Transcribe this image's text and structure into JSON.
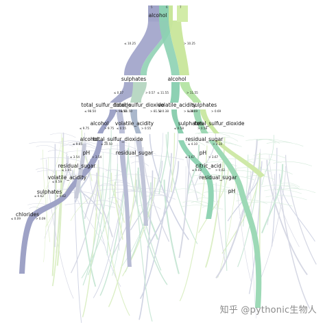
{
  "root": {
    "label": "alcohol",
    "class_labels": [
      "5",
      "6",
      "7"
    ],
    "left_edge": "≤ 10.25",
    "right_edge": "> 10.25"
  },
  "nodes": [
    {
      "key": "sulphates_l",
      "label": "sulphates",
      "left_edge": "≤ 0.57",
      "right_edge": "> 0.57"
    },
    {
      "key": "alcohol_r",
      "label": "alcohol",
      "left_edge": "≤ 11.55",
      "right_edge": "> 11.55"
    },
    {
      "key": "total_sulfur_ll",
      "label": "total_sulfur_dioxide",
      "left_edge": "≤ 98.50",
      "right_edge": "> 98.50"
    },
    {
      "key": "total_sulfur_lr",
      "label": "total_sulfur_dioxide",
      "left_edge": "≤ 81.50",
      "right_edge": "> 81.50"
    },
    {
      "key": "volatile_rl",
      "label": "volatile_acidity",
      "left_edge": "≤ 0.38",
      "right_edge": "> 0.38"
    },
    {
      "key": "sulphates_rr",
      "label": "sulphates",
      "left_edge": "≤ 0.69",
      "right_edge": "> 0.69"
    },
    {
      "key": "alcohol_3",
      "label": "alcohol",
      "left_edge": "≤ 9.75",
      "right_edge": "> 9.75"
    },
    {
      "key": "volatile_3",
      "label": "volatile_acidity",
      "left_edge": "≤ 0.55",
      "right_edge": "> 0.55"
    },
    {
      "key": "sulphates_3",
      "label": "sulphates",
      "left_edge": "≤ 0.58",
      "right_edge": "> 0.58"
    },
    {
      "key": "total_sulfur_3",
      "label": "total_sulfur_dioxide",
      "left_edge": "",
      "right_edge": ""
    },
    {
      "key": "alcohol_4",
      "label": "alcohol",
      "left_edge": "≤ 9.65",
      "right_edge": ""
    },
    {
      "key": "total_sulfur_4",
      "label": "total_sulfur_dioxide",
      "left_edge": "≤ 20.50",
      "right_edge": ""
    },
    {
      "key": "residual_sugar_4",
      "label": "residual_sugar",
      "left_edge": "≤ 4.10",
      "right_edge": "> 4.10"
    },
    {
      "key": "ph_5",
      "label": "pH",
      "left_edge": "≤ 3.54",
      "right_edge": "> 3.54"
    },
    {
      "key": "residual_sugar_5",
      "label": "residual_sugar",
      "left_edge": "",
      "right_edge": ""
    },
    {
      "key": "ph_5r",
      "label": "pH",
      "left_edge": "≤ 3.67",
      "right_edge": "> 3.67"
    },
    {
      "key": "residual_sugar_6",
      "label": "residual_sugar",
      "left_edge": "≤ 1.45",
      "right_edge": ""
    },
    {
      "key": "citric_acid_6",
      "label": "citric_acid",
      "left_edge": "≤ 0.02",
      "right_edge": "> 0.02"
    },
    {
      "key": "volatile_acidity_7",
      "label": "volatile_acidity",
      "left_edge": "≤ 0.59",
      "right_edge": ""
    },
    {
      "key": "residual_sugar_7",
      "label": "residual_sugar",
      "left_edge": "",
      "right_edge": ""
    },
    {
      "key": "sulphates_8",
      "label": "sulphates",
      "left_edge": "≤ 0.62",
      "right_edge": "> 0.62"
    },
    {
      "key": "chlorides_9",
      "label": "chlorides",
      "left_edge": "≤ 0.09",
      "right_edge": "> 0.09"
    },
    {
      "key": "ph_8r",
      "label": "pH",
      "left_edge": "",
      "right_edge": ""
    }
  ],
  "watermark": "知乎 @pythonic生物人",
  "colors": {
    "class_5": "#a0a4c8",
    "class_6": "#8dd1b3",
    "class_7": "#c8e69a",
    "branch_dark": "#9aa0c4",
    "thin_branch": "#cfd3cf"
  }
}
